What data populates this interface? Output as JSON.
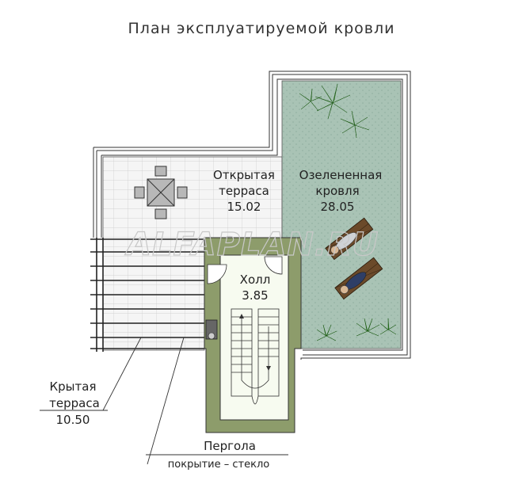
{
  "title": "План эксплуатируемой кровли",
  "rooms": {
    "open_terrace": {
      "name_line1": "Открытая",
      "name_line2": "терраса",
      "area": "15.02"
    },
    "green_roof": {
      "name_line1": "Озелененная",
      "name_line2": "кровля",
      "area": "28.05"
    },
    "hall": {
      "name": "Холл",
      "area": "3.85"
    },
    "covered_terrace": {
      "name_line1": "Крытая",
      "name_line2": "терраса",
      "area": "10.50"
    }
  },
  "pergola": {
    "line1": "Пергола",
    "line2": "покрытие – стекло"
  },
  "watermark": "ALFAPLAN.RU",
  "colors": {
    "green_roof_fill": "#a8c2b4",
    "stair_wall": "#8a9a68",
    "tile_fill": "#f4f4f4",
    "plant": "#3a8a2a"
  }
}
